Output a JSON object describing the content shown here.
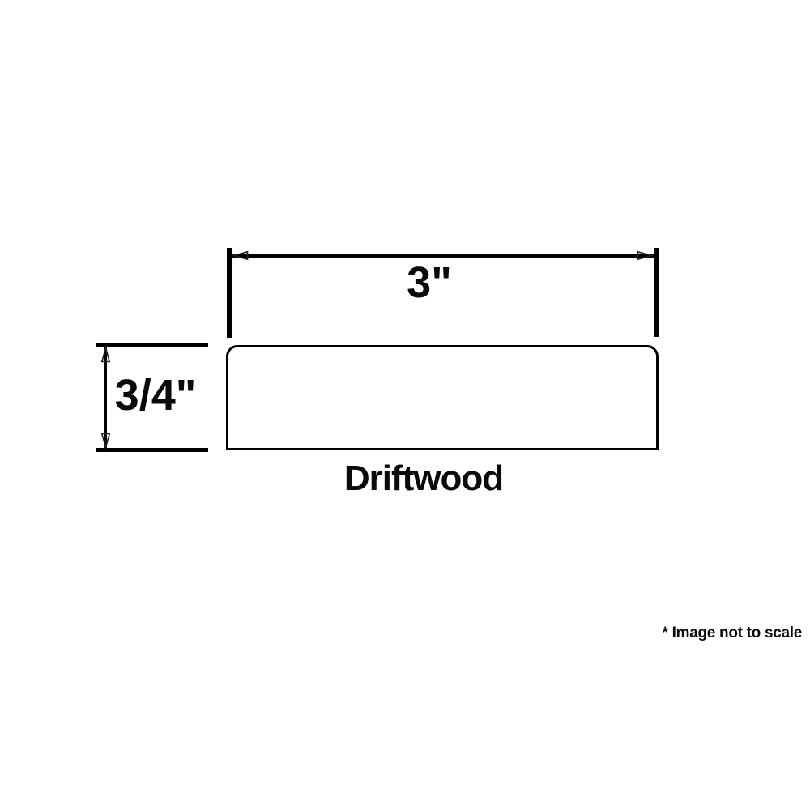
{
  "canvas": {
    "background": "#ffffff",
    "line_color": "#000000",
    "text_color": "#0a0a0a"
  },
  "diagram": {
    "width_label": "3\"",
    "height_label": "3/4\"",
    "product_name": "Driftwood",
    "footnote": "* Image not to scale",
    "icons": {
      "width_start": "arrow-left-icon",
      "width_end": "arrow-right-icon",
      "height_start": "arrow-up-icon",
      "height_end": "arrow-down-icon"
    }
  }
}
